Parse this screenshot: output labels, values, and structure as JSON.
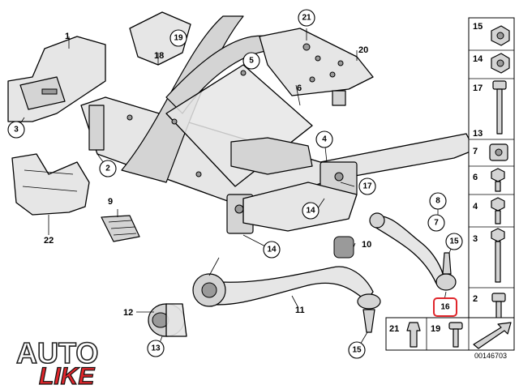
{
  "callouts": {
    "c1": "1",
    "c2": "2",
    "c3": "3",
    "c4": "4",
    "c5": "5",
    "c6": "6",
    "c7": "7",
    "c8": "8",
    "c9": "9",
    "c10": "10",
    "c11": "11",
    "c12": "12",
    "c13": "13",
    "c14a": "14",
    "c14b": "14",
    "c15a": "15",
    "c15b": "15",
    "c16": "16",
    "c17": "17",
    "c18": "18",
    "c19": "19",
    "c20": "20",
    "c21": "21",
    "c22": "22"
  },
  "side_panel": [
    "15",
    "14",
    "17",
    "13",
    "7",
    "6",
    "4",
    "3",
    "2"
  ],
  "bottom_panel": [
    "21",
    "19"
  ],
  "doc_number": "00146703",
  "highlight_color": "#e0262b",
  "logo": {
    "line1": "AUTO",
    "line2": "LIKE"
  }
}
